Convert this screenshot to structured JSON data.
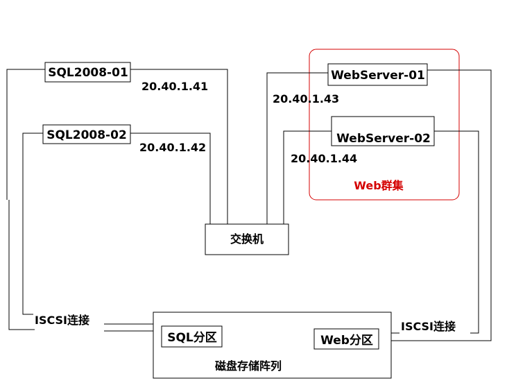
{
  "nodes": {
    "sql1": "SQL2008-01",
    "sql2": "SQL2008-02",
    "web1": "WebServer-01",
    "web2": "WebServer-02",
    "switch": "交换机",
    "storage": "磁盘存储阵列",
    "sql_partition": "SQL分区",
    "web_partition": "Web分区"
  },
  "ips": {
    "sql1": "20.40.1.41",
    "sql2": "20.40.1.42",
    "web1": "20.40.1.43",
    "web2": "20.40.1.44"
  },
  "cluster": {
    "label": "Web群集",
    "color": "#d40000"
  },
  "connections": {
    "left": "ISCSI连接",
    "right": "ISCSI连接"
  }
}
